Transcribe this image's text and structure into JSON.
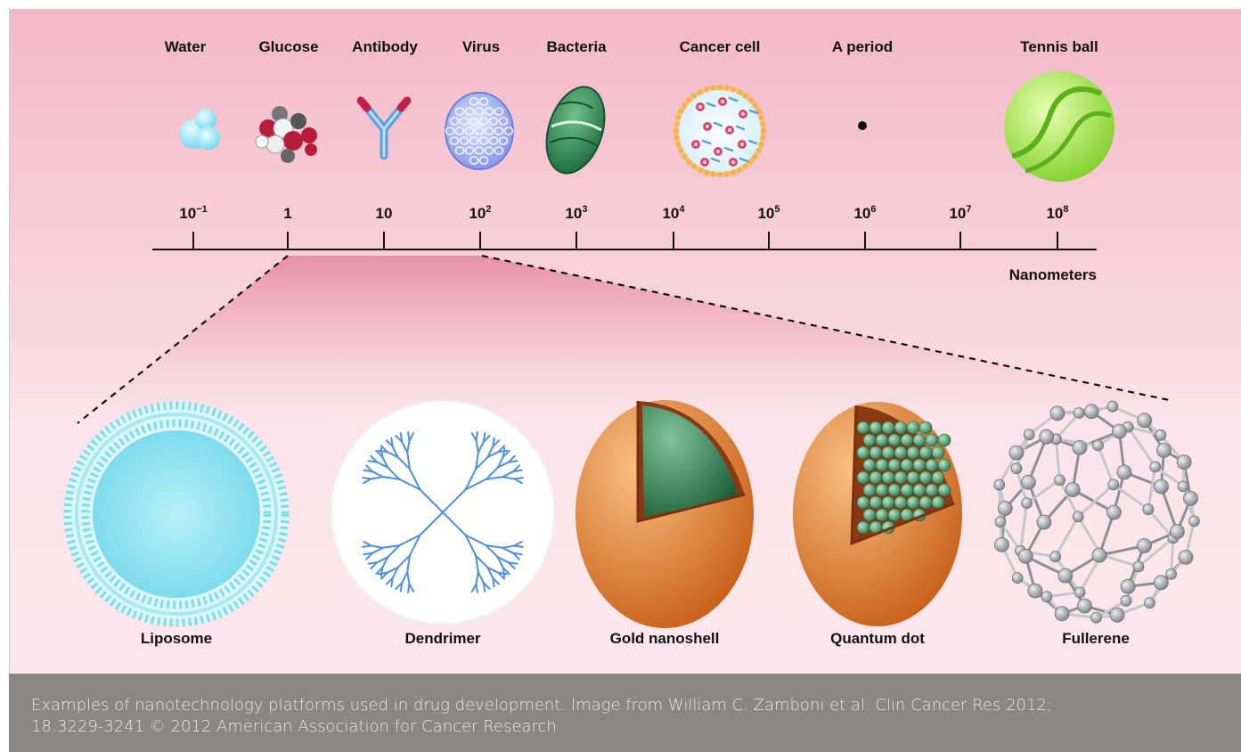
{
  "scale_items": [
    {
      "label": "Water",
      "icon": "water-drop-icon"
    },
    {
      "label": "Glucose",
      "icon": "glucose-molecule-icon"
    },
    {
      "label": "Antibody",
      "icon": "antibody-icon"
    },
    {
      "label": "Virus",
      "icon": "virus-icon"
    },
    {
      "label": "Bacteria",
      "icon": "bacteria-icon"
    },
    {
      "label": "Cancer cell",
      "icon": "cancer-cell-icon"
    },
    {
      "label": "A period",
      "icon": "period-dot-icon"
    },
    {
      "label": "Tennis ball",
      "icon": "tennis-ball-icon"
    }
  ],
  "ticks": [
    {
      "base": "10",
      "exp": "−1"
    },
    {
      "base": "1",
      "exp": ""
    },
    {
      "base": "10",
      "exp": ""
    },
    {
      "base": "10",
      "exp": "2"
    },
    {
      "base": "10",
      "exp": "3"
    },
    {
      "base": "10",
      "exp": "4"
    },
    {
      "base": "10",
      "exp": "5"
    },
    {
      "base": "10",
      "exp": "6"
    },
    {
      "base": "10",
      "exp": "7"
    },
    {
      "base": "10",
      "exp": "8"
    }
  ],
  "axis_unit": "Nanometers",
  "platforms": [
    {
      "label": "Liposome",
      "icon": "liposome-icon"
    },
    {
      "label": "Dendrimer",
      "icon": "dendrimer-icon"
    },
    {
      "label": "Gold nanoshell",
      "icon": "gold-nanoshell-icon"
    },
    {
      "label": "Quantum dot",
      "icon": "quantum-dot-icon"
    },
    {
      "label": "Fullerene",
      "icon": "fullerene-icon"
    }
  ],
  "caption": "Examples of nanotechnology platforms used in drug development. Image from William C. Zamboni et al. Clin Cancer Res 2012; 18:3229-3241 © 2012 American Association for Cancer Research",
  "colors": {
    "background_top": "#f3b9c8",
    "background_bottom": "#fbe6eb",
    "caption_bar": "#8a8683",
    "liposome": "#7fdcec",
    "dendrimer": "#4a8fe0",
    "gold_shell": "#d9772a",
    "core_green": "#2f7a4e",
    "fullerene": "#a9aeb1"
  }
}
